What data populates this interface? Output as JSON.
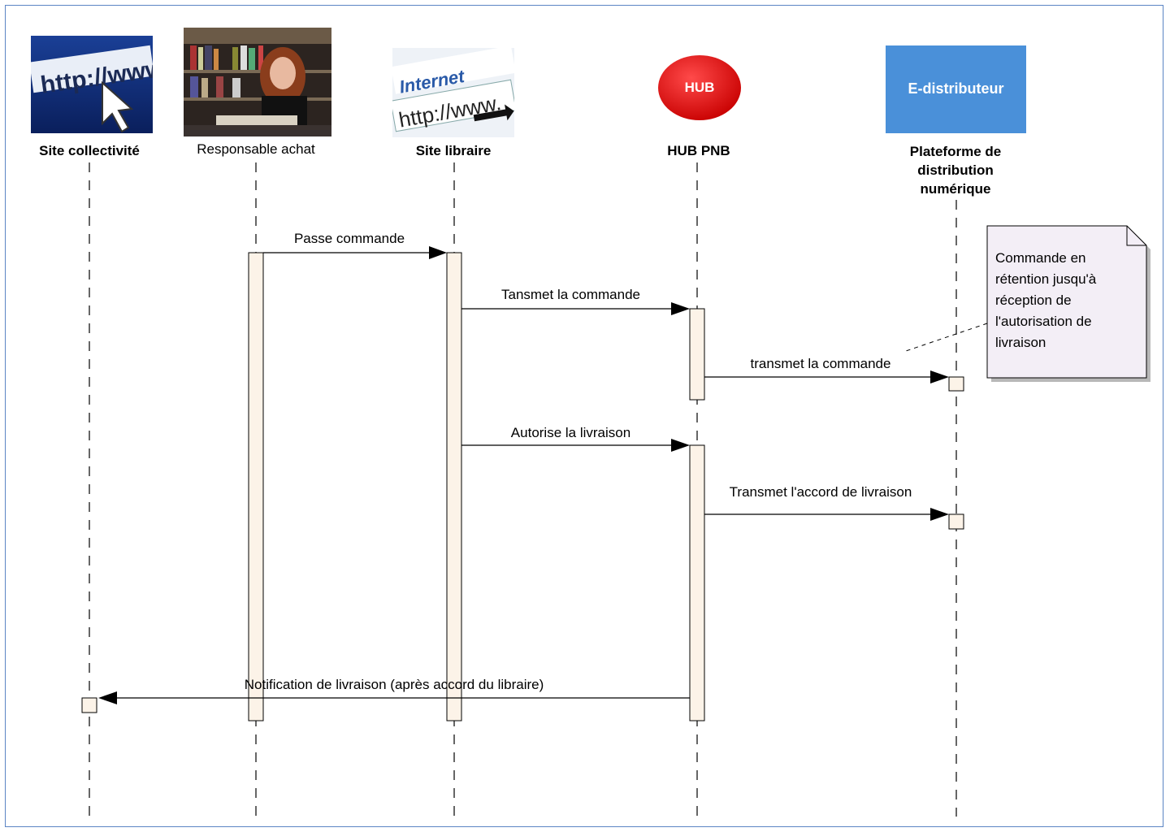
{
  "actors": [
    {
      "id": "site_collectivite",
      "label": "Site collectivité",
      "icon": "http-www-cursor-icon"
    },
    {
      "id": "responsable_achat",
      "label": "Responsable achat",
      "icon": "person-photo-icon"
    },
    {
      "id": "site_libraire",
      "label": "Site libraire",
      "icon": "internet-address-bar-icon"
    },
    {
      "id": "hub_pnb",
      "label": "HUB PNB",
      "icon": "hub-red-circle-icon",
      "badge": "HUB"
    },
    {
      "id": "plateforme",
      "label_lines": [
        "Plateforme de",
        "distribution",
        "numérique"
      ],
      "icon": "e-distributeur-box-icon",
      "badge": "E-distributeur"
    }
  ],
  "messages": [
    {
      "from": "responsable_achat",
      "to": "site_libraire",
      "label": "Passe commande"
    },
    {
      "from": "site_libraire",
      "to": "hub_pnb",
      "label": "Tansmet la commande"
    },
    {
      "from": "hub_pnb",
      "to": "plateforme",
      "label": "transmet la commande"
    },
    {
      "from": "site_libraire",
      "to": "hub_pnb",
      "label": "Autorise la livraison"
    },
    {
      "from": "hub_pnb",
      "to": "plateforme",
      "label": "Transmet l'accord de livraison"
    },
    {
      "from": "hub_pnb",
      "to": "site_collectivite",
      "label": "Notification de livraison (après accord du libraire)"
    }
  ],
  "note": {
    "lines": [
      "Commande en",
      "rétention jusqu'à",
      "réception de",
      "l'autorisation de",
      "livraison"
    ]
  },
  "colors": {
    "frame": "#5b85c4",
    "activation_fill": "#fcf3e8",
    "note_fill": "#f3eef6",
    "hub_red": "#e30000",
    "edistributeur_blue": "#4a90d9"
  }
}
